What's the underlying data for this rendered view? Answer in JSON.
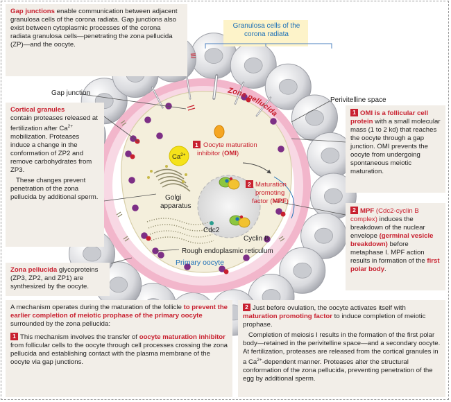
{
  "gap_box": {
    "term": "Gap junctions",
    "text": " enable communication between adjacent granulosa cells of the corona radiata. Gap junctions also exist between cytoplasmic processes of the corona radiata granulosa cells—penetrating the zona pellucida (ZP)—and the oocyte."
  },
  "granulosa_label": "Granulosa cells of the corona radiata",
  "gap_junction_label": "Gap  junction",
  "perivitelline_label": "Perivitelline space",
  "zona_label": "Zona pellucida",
  "cortical_box": {
    "term": "Cortical granules",
    "text1": "contain proteases released at fertilization after Ca",
    "sup": "2+",
    "text2": " mobilization. Proteases induce a change in the conformation of ZP2 and remove carbohydrates from ZP3.",
    "text3": "These changes prevent penetration of the zona pellucida by additional sperm."
  },
  "zona_box": {
    "term": "Zona pellucida",
    "text": " glycoproteins (ZP3, ZP2, and ZP1) are synthesized by the oocyte."
  },
  "omi_box": {
    "num": "1",
    "term": "OMI is a follicular cell protein",
    "text": " with a small molecular mass (1 to 2 kd) that reaches the oocyte through a gap junction.  OMI prevents the oocyte from undergoing spontaneous meiotic maturation."
  },
  "mpf_box": {
    "num": "2",
    "term": "MPF",
    "term2": " (Cdc2-cyclin B complex)",
    "text1": " induces the breakdown of the nuclear envelope ",
    "gvb": "(germinal vesicle breakdown)",
    "text2": " before metaphase I. MPF action results in formation of the ",
    "pb": "first polar body",
    "text3": "."
  },
  "diagram": {
    "omi_num": "1",
    "omi_line1": "Oocyte maturation",
    "omi_line2a": "inhibitor (",
    "omi_line2b": "OMI",
    "omi_line2c": ")",
    "mpf_num": "2",
    "mpf_line1": "Maturation",
    "mpf_line2": "promoting",
    "mpf_line3a": "factor (",
    "mpf_line3b": "MPF",
    "mpf_line3c": ")",
    "ca": "Ca",
    "ca_sup": "2+",
    "golgi1": "Golgi",
    "golgi2": "apparatus",
    "cdc2": "Cdc2",
    "cyclin": "Cyclin B",
    "rer": "Rough endoplasmic reticulum",
    "primary": "Primary oocyte"
  },
  "bottom_left": {
    "intro": "A mechanism  operates during the maturation of the follicle ",
    "red1": "to prevent the earlier completion of meiotic prophase of the primary oocyte",
    "intro2": " surrounded by the zona pellucida:",
    "num": "1",
    "p2a": "This mechanism involves the transfer of ",
    "p2red": "oocyte maturation inhibitor",
    "p2b": " from follicular cells to the oocyte through cell processes crossing the zona pellucida and establishing contact with the plasma membrane of the oocyte via gap junctions."
  },
  "bottom_right": {
    "num": "2",
    "p1a": "Just before ovulation, the oocyte activates itself with ",
    "p1red": "maturation promoting factor",
    "p1b": " to induce completion of meiotic prophase.",
    "p2a": "Completion of meiosis I results in the formation of the first polar body—retained in the perivitelline space—and a secondary oocyte. At fertilization, proteases are released from the cortical granules in a Ca",
    "p2sup": "2+",
    "p2b": "-dependent manner.  Proteases alter the structural conformation of the zona pellucida, preventing penetration of the egg by additional sperm."
  },
  "colors": {
    "accent_red": "#c8202f",
    "zona_pink": "#f2b6cb",
    "label_blue": "#1b6fb7",
    "granulosa_box": "#fdf3c9",
    "ca_yellow": "#f5e21a",
    "granule_purple": "#7d2f86"
  }
}
